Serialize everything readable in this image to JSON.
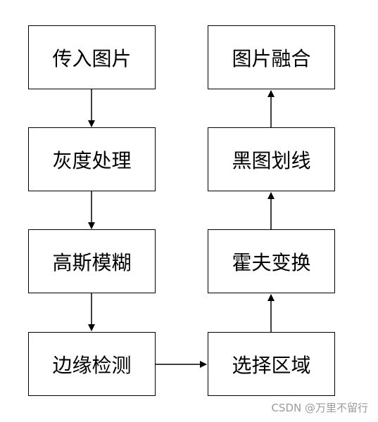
{
  "nodes": {
    "n1": "传入图片",
    "n2": "灰度处理",
    "n3": "高斯模糊",
    "n4": "边缘检测",
    "n5": "选择区域",
    "n6": "霍夫变换",
    "n7": "黑图划线",
    "n8": "图片融合"
  },
  "edges": [
    {
      "from": "n1",
      "to": "n2"
    },
    {
      "from": "n2",
      "to": "n3"
    },
    {
      "from": "n3",
      "to": "n4"
    },
    {
      "from": "n4",
      "to": "n5"
    },
    {
      "from": "n5",
      "to": "n6"
    },
    {
      "from": "n6",
      "to": "n7"
    },
    {
      "from": "n7",
      "to": "n8"
    }
  ],
  "watermark": "CSDN @万里不留行"
}
